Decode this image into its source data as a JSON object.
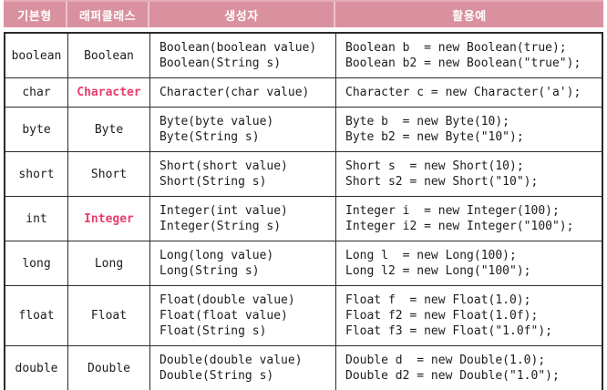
{
  "colors": {
    "header_bg": "#d9909f",
    "header_text": "#ffffff",
    "header_divider": "#eec3cd",
    "body_border": "#2b2b2b",
    "body_text": "#1c1c1c",
    "accent_text": "#e73e6e"
  },
  "table": {
    "headers": [
      "기본형",
      "래퍼클래스",
      "생성자",
      "활용예"
    ],
    "rows": [
      {
        "primitive": "boolean",
        "wrapper": "Boolean",
        "constructors": "Boolean(boolean value)\nBoolean(String s)",
        "examples": "Boolean b  = new Boolean(true);\nBoolean b2 = new Boolean(\"true\");"
      },
      {
        "primitive": "char",
        "wrapper": "Character",
        "constructors": "Character(char value)",
        "examples": "Character c = new Character('a');"
      },
      {
        "primitive": "byte",
        "wrapper": "Byte",
        "constructors": "Byte(byte value)\nByte(String s)",
        "examples": "Byte b  = new Byte(10);\nByte b2 = new Byte(\"10\");"
      },
      {
        "primitive": "short",
        "wrapper": "Short",
        "constructors": "Short(short value)\nShort(String s)",
        "examples": "Short s  = new Short(10);\nShort s2 = new Short(\"10\");"
      },
      {
        "primitive": "int",
        "wrapper": "Integer",
        "constructors": "Integer(int value)\nInteger(String s)",
        "examples": "Integer i  = new Integer(100);\nInteger i2 = new Integer(\"100\");"
      },
      {
        "primitive": "long",
        "wrapper": "Long",
        "constructors": "Long(long value)\nLong(String s)",
        "examples": "Long l  = new Long(100);\nLong l2 = new Long(\"100\");"
      },
      {
        "primitive": "float",
        "wrapper": "Float",
        "constructors": "Float(double value)\nFloat(float value)\nFloat(String s)",
        "examples": "Float f  = new Float(1.0);\nFloat f2 = new Float(1.0f);\nFloat f3 = new Float(\"1.0f\");"
      },
      {
        "primitive": "double",
        "wrapper": "Double",
        "constructors": "Double(double value)\nDouble(String s)",
        "examples": "Double d  = new Double(1.0);\nDouble d2 = new Double(\"1.0\");"
      }
    ]
  }
}
